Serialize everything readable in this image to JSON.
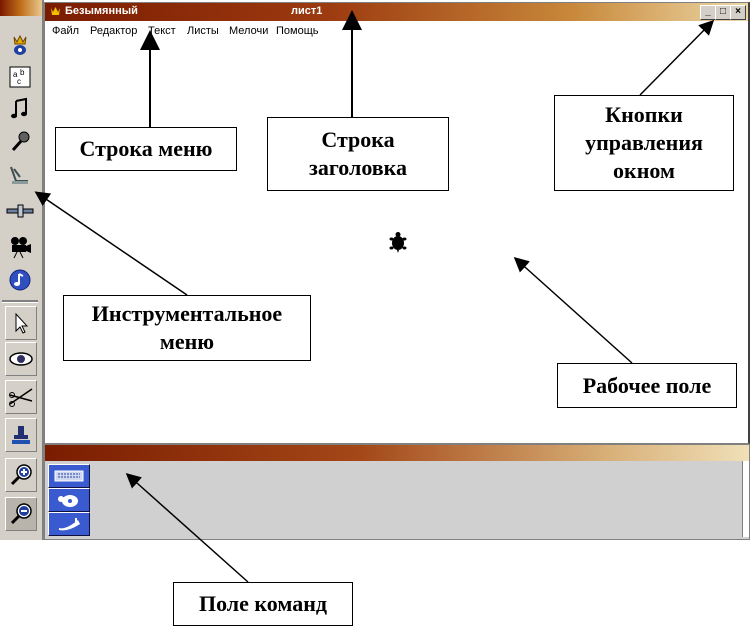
{
  "window": {
    "app_title": "Безымянный",
    "doc_title": "лист1",
    "controls": {
      "minimize": "_",
      "maximize": "□",
      "close": "×"
    }
  },
  "menu": [
    "Файл",
    "Редактор",
    "Текст",
    "Листы",
    "Мелочи",
    "Помощь"
  ],
  "toolbar": {
    "icons": [
      "turtle-crown-icon",
      "text-abc-icon",
      "music-note-icon",
      "microphone-icon",
      "slingshot-icon",
      "slider-icon",
      "film-camera-icon",
      "melody-icon",
      "pointer-arrow-icon",
      "eye-icon",
      "scissors-icon",
      "stamp-icon",
      "zoom-in-icon",
      "zoom-out-icon"
    ]
  },
  "command_panel": {
    "buttons": [
      "keyboard-icon",
      "turtle-shape-icon",
      "pen-icon"
    ]
  },
  "callouts": {
    "menu_bar": "Строка меню",
    "title_bar": "Строка заголовка",
    "window_buttons": "Кнопки управления окном",
    "toolbar": "Инструментальное меню",
    "work_area": "Рабочее поле",
    "command_field": "Поле команд"
  },
  "colors": {
    "title_dark": "#7a1c00",
    "title_light": "#ecd8a6",
    "command_button": "#3a5ad0"
  }
}
